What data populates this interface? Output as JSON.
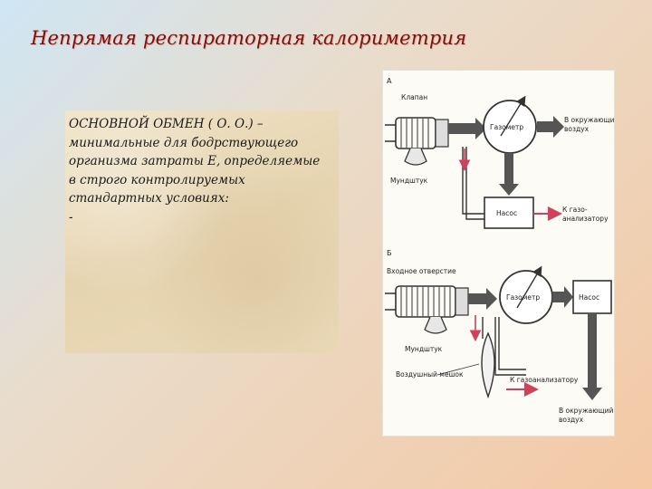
{
  "slide": {
    "title": "Непрямая респираторная калориметрия"
  },
  "definition": {
    "lines": [
      "ОСНОВНОЙ ОБМЕН ( О. О.) –",
      "минимальные для бодрствующего",
      "организма затраты Е, определяемые",
      "в строго контролируемых",
      "стандартных условиях:",
      "-"
    ]
  },
  "figure": {
    "panel_a": {
      "letter": "А",
      "valve": "Клапан",
      "gasometer": "Газометр",
      "outlet_1": "В окружающий",
      "outlet_2": "воздух",
      "mouthpiece": "Мундштук",
      "pump": "Насос",
      "analyzer_1": "К газо-",
      "analyzer_2": "анализатору"
    },
    "panel_b": {
      "letter": "Б",
      "inlet": "Входное отверстие",
      "gasometer": "Газометр",
      "pump": "Насос",
      "mouthpiece": "Мундштук",
      "analyzer": "К газоанализатору",
      "bag": "Воздушный мешок",
      "outlet_1": "В окружающий",
      "outlet_2": "воздух"
    }
  }
}
